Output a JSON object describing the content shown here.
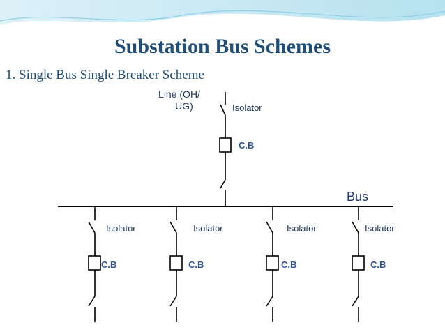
{
  "slide": {
    "title": "Substation Bus Schemes",
    "subtitle_number": "1.",
    "subtitle": "Single Bus Single Breaker Scheme"
  },
  "diagram": {
    "line_label_1": "Line (OH/",
    "line_label_2": "UG)",
    "top_isolator": "Isolator",
    "top_cb": "C.B",
    "bus": "Bus",
    "feeders": [
      {
        "isolator": "Isolator",
        "cb": "C.B"
      },
      {
        "isolator": "Isolator",
        "cb": "C.B"
      },
      {
        "isolator": "Isolator",
        "cb": "C.B"
      },
      {
        "isolator": "Isolator",
        "cb": "C.B"
      }
    ]
  },
  "colors": {
    "title": "#1f4e79",
    "label": "#1f3864",
    "cb_label": "#2f5597",
    "line": "#000000",
    "header_wave": "#bfe3f0"
  }
}
